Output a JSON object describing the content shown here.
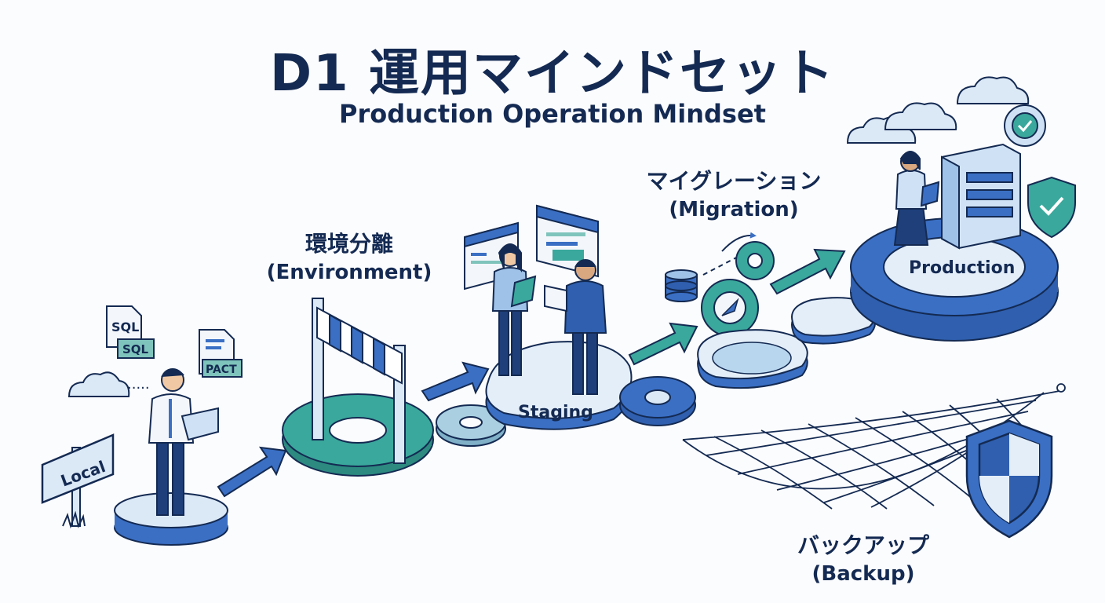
{
  "header": {
    "title": "D1 運用マインドセット",
    "subtitle": "Production Operation Mindset"
  },
  "stages": {
    "local": {
      "sign_label": "Local"
    },
    "environment": {
      "label_jp": "環境分離",
      "label_en": "(Environment)"
    },
    "staging": {
      "platform_label": "Staging"
    },
    "migration": {
      "label_jp": "マイグレーション",
      "label_en": "(Migration)"
    },
    "production": {
      "platform_label": "Production"
    },
    "backup": {
      "label_jp": "バックアップ",
      "label_en": "(Backup)"
    }
  },
  "files": {
    "sql_1": "SQL",
    "sql_2": "SQL",
    "pact": "PACT"
  },
  "colors": {
    "navy": "#142a52",
    "blue": "#3a6fc4",
    "teal": "#3aa89c",
    "light_blue": "#cfe2f5"
  }
}
